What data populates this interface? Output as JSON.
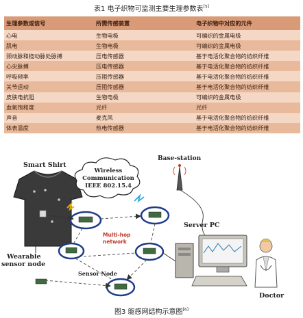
{
  "table_caption": {
    "text": "表1 电子织物可监测主要生理参数表",
    "ref": "[5]"
  },
  "table": {
    "headers": [
      "生理参数或信号",
      "所需传感装置",
      "电子织物中对应的元件"
    ],
    "rows": [
      [
        "心电",
        "生物电极",
        "可编织的金属电极"
      ],
      [
        "肌电",
        "生物电极",
        "可编织的金属电极"
      ],
      [
        "颈动脉和桡动脉处脉搏",
        "压电传感器",
        "基于电活化聚合物的纺织纤维"
      ],
      [
        "心尖脉搏",
        "压电传感器",
        "基于电活化聚合物的纺织纤维"
      ],
      [
        "呼吸频率",
        "压阻传感器",
        "基于电活化聚合物的纺织纤维"
      ],
      [
        "关节运动",
        "压阻传感器",
        "基于电活化聚合物的纺织纤维"
      ],
      [
        "皮肤电抗阻",
        "生物电极",
        "可编织的金属电极"
      ],
      [
        "血氧饱和度",
        "光纤",
        "光纤"
      ],
      [
        "声音",
        "麦克风",
        "基于电活化聚合物的纺织纤维"
      ],
      [
        "体表温度",
        "热电传感器",
        "基于电活化聚合物的纺织纤维"
      ]
    ]
  },
  "diagram": {
    "smart_shirt": "Smart Shirt",
    "wireless_line1": "Wireless",
    "wireless_line2": "Communication",
    "wireless_line3": "IEEE 802.15.4",
    "base_station": "Base-station",
    "server_pc": "Server PC",
    "wearable_line1": "Wearable",
    "wearable_line2": "sensor node",
    "multihop_line1": "Multi-hop",
    "multihop_line2": "network",
    "sensor_node": "Sensor Node",
    "doctor": "Doctor"
  },
  "figure_caption": {
    "text": "图3 躯感网结构示意图",
    "ref": "[6]"
  }
}
